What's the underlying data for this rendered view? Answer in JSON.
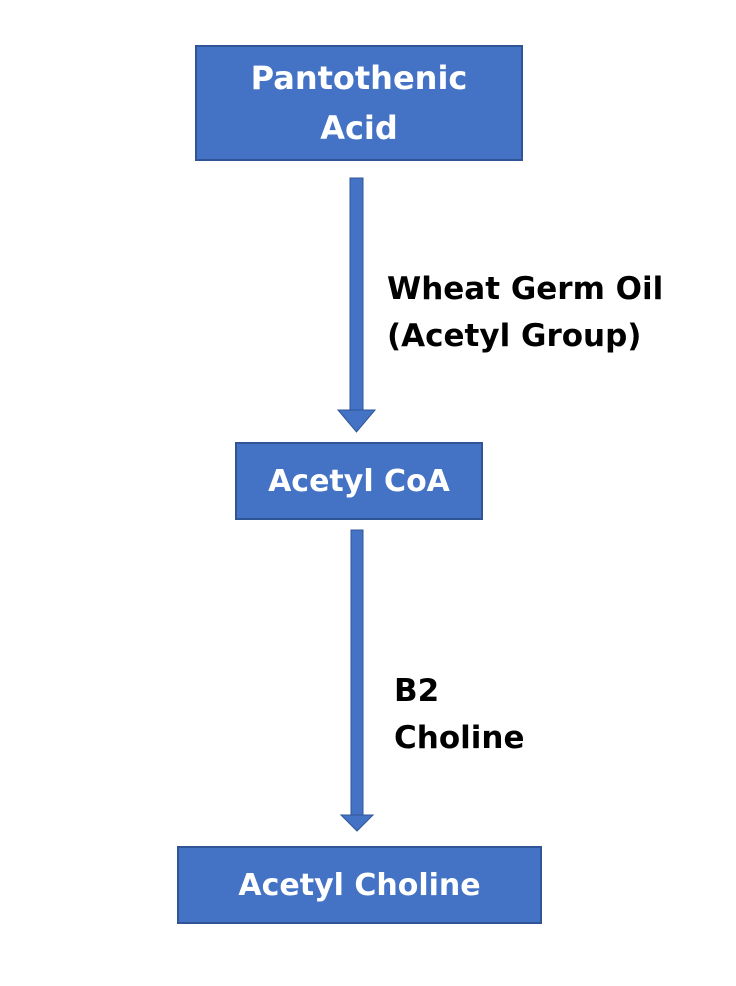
{
  "colors": {
    "box_fill": "#4472c4",
    "box_border": "#2f5597",
    "box_text": "#ffffff",
    "arrow": "#4472c4",
    "label_text": "#000000",
    "background": "#ffffff"
  },
  "nodes": [
    {
      "id": "pantothenic-acid",
      "lines": [
        "Pantothenic",
        "Acid"
      ]
    },
    {
      "id": "acetyl-coa",
      "label": "Acetyl CoA"
    },
    {
      "id": "acetyl-choline",
      "label": "Acetyl Choline"
    }
  ],
  "edges": [
    {
      "from": "pantothenic-acid",
      "to": "acetyl-coa",
      "label_lines": [
        "Wheat Germ Oil",
        "(Acetyl Group)"
      ]
    },
    {
      "from": "acetyl-coa",
      "to": "acetyl-choline",
      "label_lines": [
        "B2",
        "Choline"
      ]
    }
  ]
}
